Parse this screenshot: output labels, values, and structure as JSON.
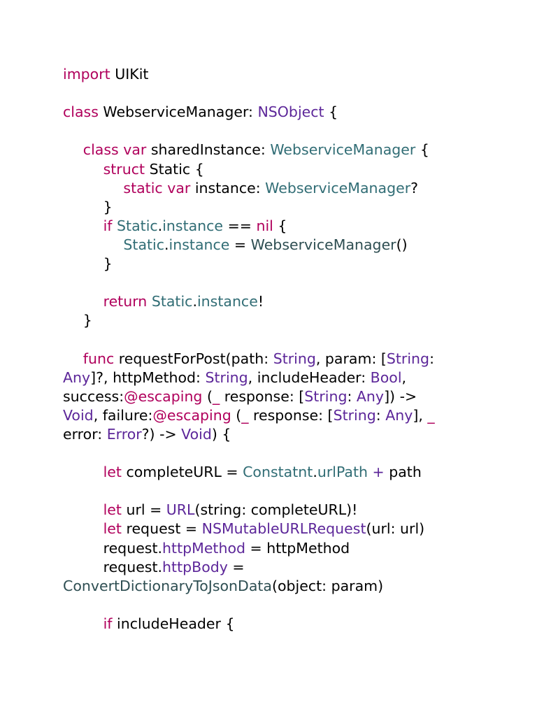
{
  "colors": {
    "keyword": "#b0005c",
    "type": "#5c2699",
    "project": "#316d75",
    "func": "#2e4e52",
    "plain": "#000000"
  },
  "code": [
    {
      "indent": 0,
      "tokens": [
        [
          "k",
          "import"
        ],
        [
          "n",
          " UIKit"
        ]
      ]
    },
    {
      "indent": 0,
      "tokens": []
    },
    {
      "indent": 0,
      "tokens": [
        [
          "k",
          "class"
        ],
        [
          "n",
          " WebserviceManager: "
        ],
        [
          "t",
          "NSObject"
        ],
        [
          "n",
          " {"
        ]
      ]
    },
    {
      "indent": 0,
      "tokens": []
    },
    {
      "indent": 1,
      "tokens": [
        [
          "k",
          "class"
        ],
        [
          "n",
          " "
        ],
        [
          "k",
          "var"
        ],
        [
          "n",
          " sharedInstance: "
        ],
        [
          "p",
          "WebserviceManager"
        ],
        [
          "n",
          " {"
        ]
      ]
    },
    {
      "indent": 2,
      "tokens": [
        [
          "k",
          "struct"
        ],
        [
          "n",
          " Static {"
        ]
      ]
    },
    {
      "indent": 3,
      "tokens": [
        [
          "k",
          "static"
        ],
        [
          "n",
          " "
        ],
        [
          "k",
          "var"
        ],
        [
          "n",
          " instance: "
        ],
        [
          "p",
          "WebserviceManager"
        ],
        [
          "n",
          "?"
        ]
      ]
    },
    {
      "indent": 2,
      "tokens": [
        [
          "n",
          "}"
        ]
      ]
    },
    {
      "indent": 2,
      "tokens": [
        [
          "k",
          "if"
        ],
        [
          "n",
          " "
        ],
        [
          "p",
          "Static"
        ],
        [
          "n",
          "."
        ],
        [
          "p",
          "instance"
        ],
        [
          "n",
          " == "
        ],
        [
          "k",
          "nil"
        ],
        [
          "n",
          " {"
        ]
      ]
    },
    {
      "indent": 3,
      "tokens": [
        [
          "p",
          "Static"
        ],
        [
          "n",
          "."
        ],
        [
          "p",
          "instance"
        ],
        [
          "n",
          " = "
        ],
        [
          "f",
          "WebserviceManager"
        ],
        [
          "n",
          "()"
        ]
      ]
    },
    {
      "indent": 2,
      "tokens": [
        [
          "n",
          "}"
        ]
      ]
    },
    {
      "indent": 0,
      "tokens": []
    },
    {
      "indent": 2,
      "tokens": [
        [
          "k",
          "return"
        ],
        [
          "n",
          " "
        ],
        [
          "p",
          "Static"
        ],
        [
          "n",
          "."
        ],
        [
          "p",
          "instance"
        ],
        [
          "n",
          "!"
        ]
      ]
    },
    {
      "indent": 1,
      "tokens": [
        [
          "n",
          "}"
        ]
      ]
    },
    {
      "indent": 0,
      "tokens": []
    },
    {
      "indent": 1,
      "tokens": [
        [
          "k",
          "func"
        ],
        [
          "n",
          " requestForPost(path: "
        ],
        [
          "t",
          "String"
        ],
        [
          "n",
          ", param: ["
        ],
        [
          "t",
          "String"
        ],
        [
          "n",
          ":"
        ]
      ]
    },
    {
      "indent": 0,
      "tokens": [
        [
          "t",
          "Any"
        ],
        [
          "n",
          "]?, httpMethod: "
        ],
        [
          "t",
          "String"
        ],
        [
          "n",
          ", includeHeader: "
        ],
        [
          "t",
          "Bool"
        ],
        [
          "n",
          ","
        ]
      ]
    },
    {
      "indent": 0,
      "tokens": [
        [
          "n",
          "success:"
        ],
        [
          "k",
          "@escaping"
        ],
        [
          "n",
          " ("
        ],
        [
          "k",
          "_"
        ],
        [
          "n",
          " response: ["
        ],
        [
          "t",
          "String"
        ],
        [
          "n",
          ": "
        ],
        [
          "t",
          "Any"
        ],
        [
          "n",
          "]) ->"
        ]
      ]
    },
    {
      "indent": 0,
      "tokens": [
        [
          "t",
          "Void"
        ],
        [
          "n",
          ", failure:"
        ],
        [
          "k",
          "@escaping"
        ],
        [
          "n",
          " ("
        ],
        [
          "k",
          "_"
        ],
        [
          "n",
          " response: ["
        ],
        [
          "t",
          "String"
        ],
        [
          "n",
          ": "
        ],
        [
          "t",
          "Any"
        ],
        [
          "n",
          "], "
        ],
        [
          "k",
          "_"
        ]
      ]
    },
    {
      "indent": 0,
      "tokens": [
        [
          "n",
          "error: "
        ],
        [
          "t",
          "Error"
        ],
        [
          "n",
          "?) -> "
        ],
        [
          "t",
          "Void"
        ],
        [
          "n",
          ") {"
        ]
      ]
    },
    {
      "indent": 0,
      "tokens": []
    },
    {
      "indent": 2,
      "tokens": [
        [
          "k",
          "let"
        ],
        [
          "n",
          " completeURL = "
        ],
        [
          "p",
          "Constatnt"
        ],
        [
          "n",
          "."
        ],
        [
          "p",
          "urlPath"
        ],
        [
          "n",
          " "
        ],
        [
          "t",
          "+"
        ],
        [
          "n",
          " path"
        ]
      ]
    },
    {
      "indent": 0,
      "tokens": []
    },
    {
      "indent": 2,
      "tokens": [
        [
          "k",
          "let"
        ],
        [
          "n",
          " url = "
        ],
        [
          "t",
          "URL"
        ],
        [
          "n",
          "(string: completeURL)!"
        ]
      ]
    },
    {
      "indent": 2,
      "tokens": [
        [
          "k",
          "let"
        ],
        [
          "n",
          " request = "
        ],
        [
          "t",
          "NSMutableURLRequest"
        ],
        [
          "n",
          "(url: url)"
        ]
      ]
    },
    {
      "indent": 2,
      "tokens": [
        [
          "n",
          "request."
        ],
        [
          "t",
          "httpMethod"
        ],
        [
          "n",
          " = httpMethod"
        ]
      ]
    },
    {
      "indent": 2,
      "tokens": [
        [
          "n",
          "request."
        ],
        [
          "t",
          "httpBody"
        ],
        [
          "n",
          " ="
        ]
      ]
    },
    {
      "indent": 0,
      "tokens": [
        [
          "f",
          "ConvertDictionaryToJsonData"
        ],
        [
          "n",
          "(object: param)"
        ]
      ]
    },
    {
      "indent": 0,
      "tokens": []
    },
    {
      "indent": 2,
      "tokens": [
        [
          "k",
          "if"
        ],
        [
          "n",
          " includeHeader {"
        ]
      ]
    }
  ]
}
